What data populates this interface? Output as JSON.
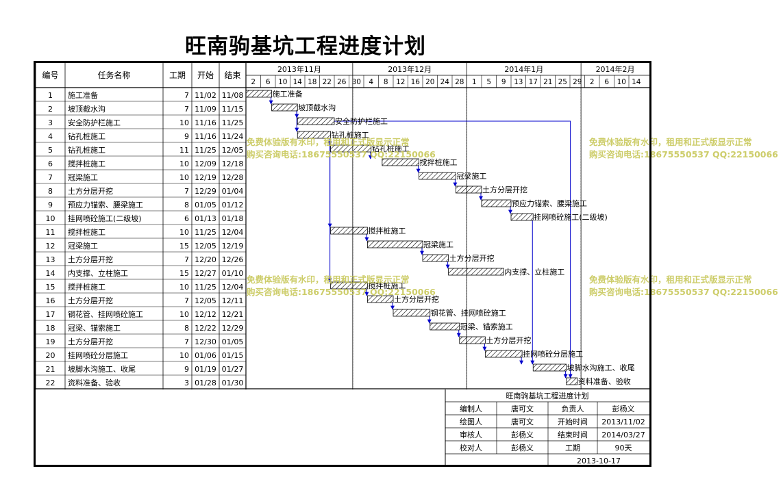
{
  "title": "旺南驹基坑工程进度计划",
  "table_headers": {
    "id": "编号",
    "name": "任务名称",
    "duration": "工期",
    "start": "开始",
    "end": "结束"
  },
  "months": [
    "2013年11月",
    "2013年12月",
    "2014年1月",
    "2014年2月"
  ],
  "day_ticks": [
    "2",
    "6",
    "10",
    "14",
    "18",
    "22",
    "26",
    "30",
    "4",
    "8",
    "12",
    "16",
    "20",
    "24",
    "28",
    "1",
    "5",
    "9",
    "13",
    "17",
    "21",
    "25",
    "29",
    "2",
    "6",
    "10",
    "14"
  ],
  "chart_data": {
    "type": "gantt",
    "title": "旺南驹基坑工程进度计划",
    "x_axis_start": "2013-11-02",
    "x_axis_end": "2014-02-16",
    "tasks": [
      {
        "id": "1",
        "name": "施工准备",
        "duration": "7",
        "start": "11/02",
        "end": "11/08",
        "start_date": "2013-11-02",
        "end_date": "2013-11-08"
      },
      {
        "id": "2",
        "name": "坡顶截水沟",
        "duration": "7",
        "start": "11/09",
        "end": "11/15",
        "start_date": "2013-11-09",
        "end_date": "2013-11-15"
      },
      {
        "id": "3",
        "name": "安全防护栏施工",
        "duration": "10",
        "start": "11/16",
        "end": "11/25",
        "start_date": "2013-11-16",
        "end_date": "2013-11-25"
      },
      {
        "id": "4",
        "name": "钻孔桩施工",
        "duration": "9",
        "start": "11/16",
        "end": "11/24",
        "start_date": "2013-11-16",
        "end_date": "2013-11-24"
      },
      {
        "id": "5",
        "name": "钻孔桩施工",
        "duration": "11",
        "start": "11/25",
        "end": "12/05",
        "start_date": "2013-11-25",
        "end_date": "2013-12-05"
      },
      {
        "id": "6",
        "name": "搅拌桩施工",
        "duration": "10",
        "start": "12/09",
        "end": "12/18",
        "start_date": "2013-12-09",
        "end_date": "2013-12-18"
      },
      {
        "id": "7",
        "name": "冠梁施工",
        "duration": "10",
        "start": "12/19",
        "end": "12/28",
        "start_date": "2013-12-19",
        "end_date": "2013-12-28"
      },
      {
        "id": "8",
        "name": "土方分层开挖",
        "duration": "7",
        "start": "12/29",
        "end": "01/04",
        "start_date": "2013-12-29",
        "end_date": "2014-01-04"
      },
      {
        "id": "9",
        "name": "预应力锚索、腰梁施工",
        "duration": "8",
        "start": "01/05",
        "end": "01/12",
        "start_date": "2014-01-05",
        "end_date": "2014-01-12"
      },
      {
        "id": "10",
        "name": "挂网喷砼施工(二级坡)",
        "duration": "6",
        "start": "01/13",
        "end": "01/18",
        "start_date": "2014-01-13",
        "end_date": "2014-01-18"
      },
      {
        "id": "11",
        "name": "搅拌桩施工",
        "duration": "10",
        "start": "11/25",
        "end": "12/04",
        "start_date": "2013-11-25",
        "end_date": "2013-12-04"
      },
      {
        "id": "12",
        "name": "冠梁施工",
        "duration": "15",
        "start": "12/05",
        "end": "12/19",
        "start_date": "2013-12-05",
        "end_date": "2013-12-19"
      },
      {
        "id": "13",
        "name": "土方分层开挖",
        "duration": "7",
        "start": "12/20",
        "end": "12/26",
        "start_date": "2013-12-20",
        "end_date": "2013-12-26"
      },
      {
        "id": "14",
        "name": "内支撑、立柱施工",
        "duration": "15",
        "start": "12/27",
        "end": "01/10",
        "start_date": "2013-12-27",
        "end_date": "2014-01-10"
      },
      {
        "id": "15",
        "name": "搅拌桩施工",
        "duration": "10",
        "start": "11/25",
        "end": "12/04",
        "start_date": "2013-11-25",
        "end_date": "2013-12-04"
      },
      {
        "id": "16",
        "name": "土方分层开挖",
        "duration": "7",
        "start": "12/05",
        "end": "12/11",
        "start_date": "2013-12-05",
        "end_date": "2013-12-11"
      },
      {
        "id": "17",
        "name": "钢花管、挂网喷砼施工",
        "duration": "10",
        "start": "12/12",
        "end": "12/21",
        "start_date": "2013-12-12",
        "end_date": "2013-12-21"
      },
      {
        "id": "18",
        "name": "冠梁、锚索施工",
        "duration": "8",
        "start": "12/22",
        "end": "12/29",
        "start_date": "2013-12-22",
        "end_date": "2013-12-29"
      },
      {
        "id": "19",
        "name": "土方分层开挖",
        "duration": "7",
        "start": "12/30",
        "end": "01/05",
        "start_date": "2013-12-30",
        "end_date": "2014-01-05"
      },
      {
        "id": "20",
        "name": "挂网喷砼分层施工",
        "duration": "10",
        "start": "01/06",
        "end": "01/15",
        "start_date": "2014-01-06",
        "end_date": "2014-01-15"
      },
      {
        "id": "21",
        "name": "坡脚水沟施工、收尾",
        "duration": "9",
        "start": "01/19",
        "end": "01/27",
        "start_date": "2014-01-19",
        "end_date": "2014-01-27"
      },
      {
        "id": "22",
        "name": "资料准备、验收",
        "duration": "3",
        "start": "01/28",
        "end": "01/30",
        "start_date": "2014-01-28",
        "end_date": "2014-01-30"
      }
    ]
  },
  "info_box": {
    "title": "旺南驹基坑工程进度计划",
    "rows": [
      [
        "编制人",
        "唐可文",
        "负责人",
        "彭杨义"
      ],
      [
        "绘图人",
        "唐可文",
        "开始时间",
        "2013/11/02"
      ],
      [
        "审核人",
        "彭杨义",
        "结束时间",
        "2014/03/27"
      ],
      [
        "校对人",
        "彭杨义",
        "工期",
        "90天"
      ]
    ],
    "date": "2013-10-17"
  },
  "watermark": {
    "line1": "免费体验版有水印，租用和正式版显示正常",
    "line2": "购买咨询电话:18675550537 QQ:22150066"
  },
  "colors": {
    "bar_stroke": "#000000",
    "link": "#0000cc",
    "watermark": "#c8c85a"
  }
}
